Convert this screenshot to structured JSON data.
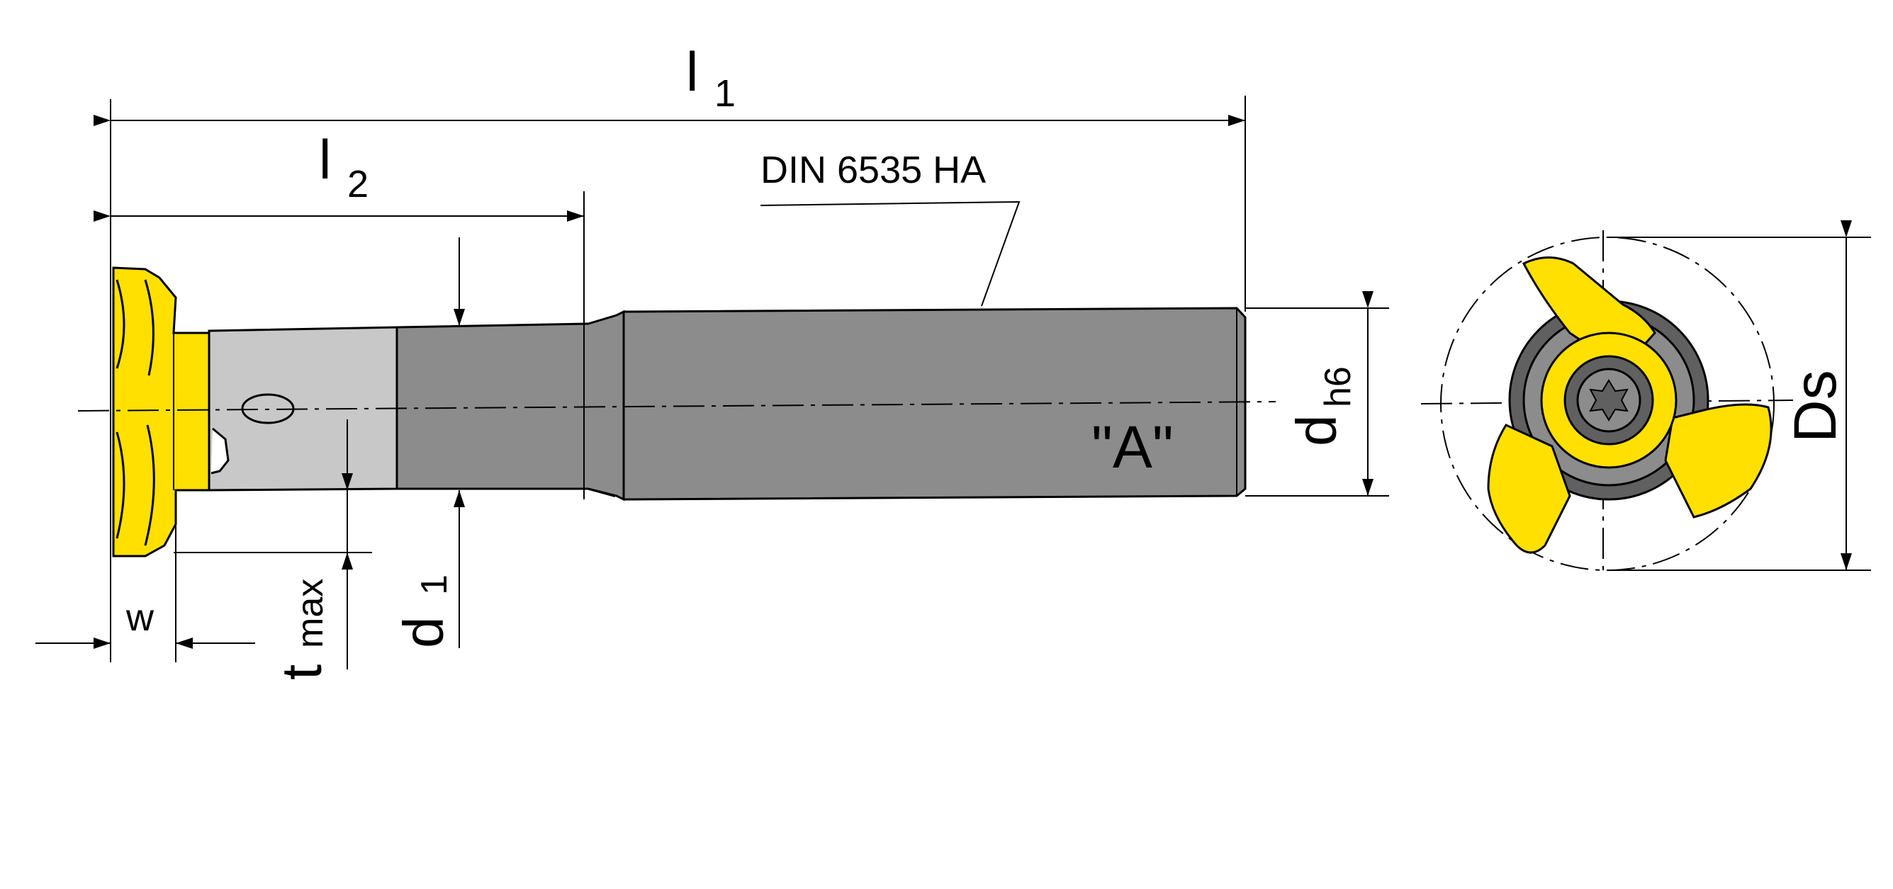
{
  "labels": {
    "l1_main": "l",
    "l1_sub": "1",
    "l2_main": "l",
    "l2_sub": "2",
    "din": "DIN 6535 HA",
    "view_a": "\"A\"",
    "dh6_main": "d",
    "dh6_sub": "h6",
    "ds": "Ds",
    "w": "w",
    "tmax_main": "t",
    "tmax_sub": "max",
    "d1_main": "d",
    "d1_sub": "1"
  },
  "colors": {
    "cutter": "#FFE000",
    "cutter_edge": "#C8A800",
    "neck_light": "#C8C8C8",
    "neck_dark": "#8C8C8C",
    "shank": "#8C8C8C",
    "hub": "#606060",
    "hub_dark": "#404040",
    "line": "#000000"
  },
  "icons": {
    "screw_head": "torx-screw-icon"
  }
}
